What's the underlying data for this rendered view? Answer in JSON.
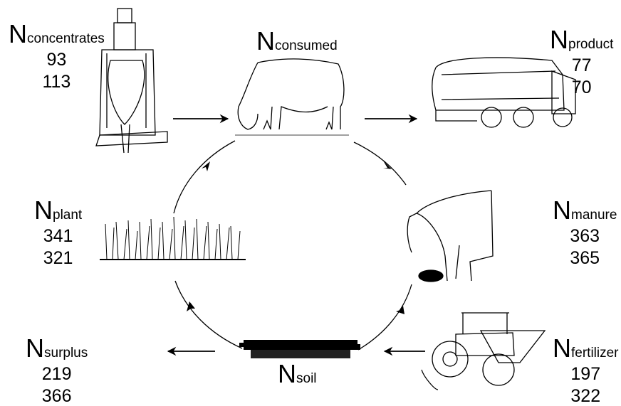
{
  "nodes": {
    "concentrates": {
      "letter": "N",
      "sub": "concentrates",
      "v1": "93",
      "v2": "113"
    },
    "consumed": {
      "letter": "N",
      "sub": "consumed"
    },
    "product": {
      "letter": "N",
      "sub": "product",
      "v1": "77",
      "v2": "70"
    },
    "plant": {
      "letter": "N",
      "sub": "plant",
      "v1": "341",
      "v2": "321"
    },
    "manure": {
      "letter": "N",
      "sub": "manure",
      "v1": "363",
      "v2": "365"
    },
    "surplus": {
      "letter": "N",
      "sub": "surplus",
      "v1": "219",
      "v2": "366"
    },
    "soil": {
      "letter": "N",
      "sub": "soil"
    },
    "fertilizer": {
      "letter": "N",
      "sub": "fertilizer",
      "v1": "197",
      "v2": "322"
    }
  }
}
